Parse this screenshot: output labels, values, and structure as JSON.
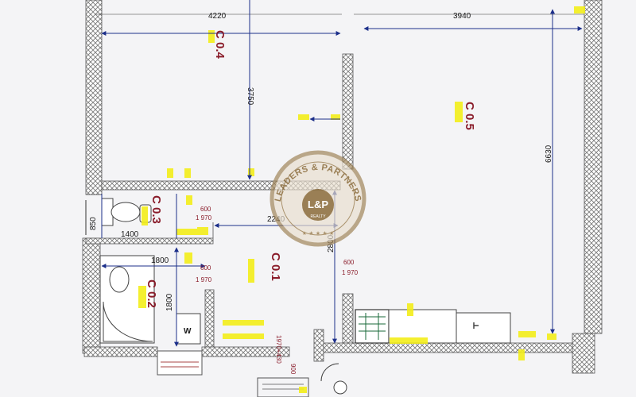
{
  "dimensions": {
    "top_left_width": "4220",
    "top_right_width": "3940",
    "left_room_height": "3750",
    "right_room_height": "6630",
    "corridor_width": "2240",
    "corridor_height": "2800",
    "wc_width": "1400",
    "wc_depth": "850",
    "bath_width": "1800",
    "bath_height": "1800"
  },
  "rooms": {
    "c04": "C 0.4",
    "c05": "C 0.5",
    "c03": "C 0.3",
    "c01": "C 0.1",
    "c02": "C 0.2"
  },
  "doors": {
    "d1_width": "600",
    "d1_height": "1 970",
    "d2_width": "600",
    "d2_height": "1 970",
    "d3_width": "600",
    "d3_height": "1 970",
    "entrance_width": "900",
    "entrance_size": "1970+430"
  },
  "fixtures": {
    "washer_label": "W"
  },
  "watermark": {
    "text": "LEADERS & PARTNERS",
    "logo": "L&P",
    "sub": "REALTY",
    "colors": {
      "ring": "#9e8256",
      "fill": "#e9dfcf",
      "logo_bg": "#8b6b3a"
    }
  },
  "colors": {
    "wall_hatch": "#7a7a7a",
    "dimension_blue": "#1c2f8a",
    "room_label": "#8a1c2a",
    "highlight": "#f3ee1a"
  }
}
